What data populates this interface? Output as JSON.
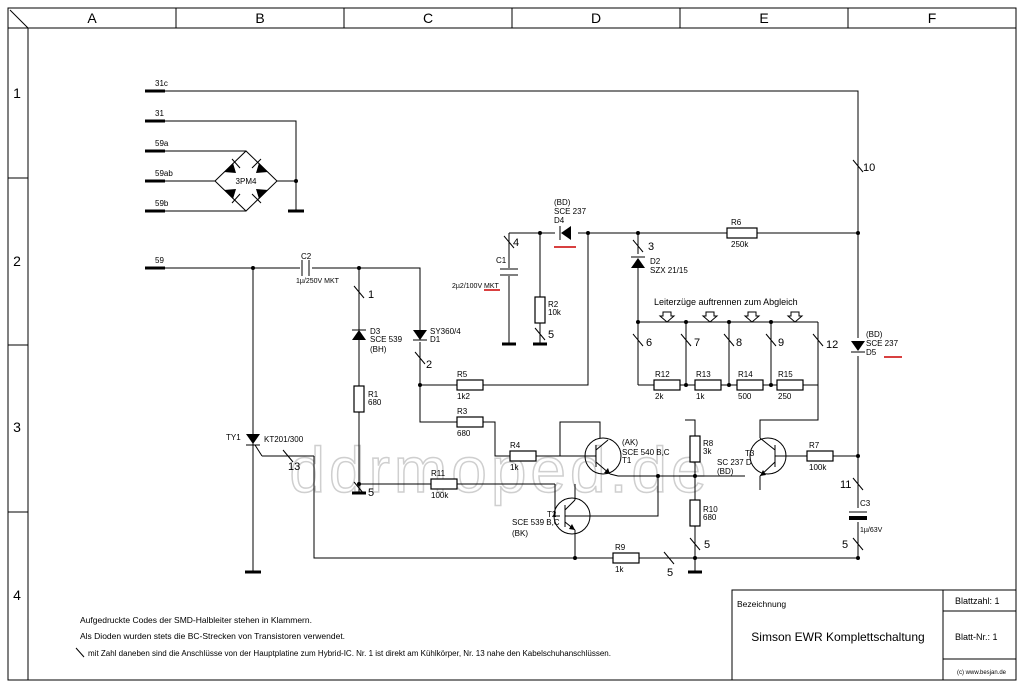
{
  "grid": {
    "columns": [
      "A",
      "B",
      "C",
      "D",
      "E",
      "F"
    ],
    "rows": [
      "1",
      "2",
      "3",
      "4"
    ]
  },
  "inputs": {
    "t31c": "31c",
    "t31": "31",
    "t59a": "59a",
    "t59ab": "59ab",
    "t59b": "59b",
    "t59": "59"
  },
  "components": {
    "bridge": "3PM4",
    "c2_name": "C2",
    "c2_value": "1µ/250V MKT",
    "c1_name": "C1",
    "c1_value": "2µ2/100V MKT",
    "c3_name": "C3",
    "c3_value": "1µ/63V",
    "d3_name": "D3",
    "d3_type": "SCE 539",
    "d3_code": "(BH)",
    "d1_type": "SY360/4",
    "d1_name": "D1",
    "d4_code": "(BD)",
    "d4_type": "SCE 237",
    "d4_name": "D4",
    "d2_name": "D2",
    "d2_type": "SZX 21/15",
    "d5_code": "(BD)",
    "d5_type": "SCE 237",
    "d5_name": "D5",
    "r1_name": "R1",
    "r1_value": "680",
    "r2_name": "R2",
    "r2_value": "10k",
    "r3_name": "R3",
    "r3_value": "680",
    "r4_name": "R4",
    "r4_value": "1k",
    "r5_name": "R5",
    "r5_value": "1k2",
    "r6_name": "R6",
    "r6_value": "250k",
    "r7_name": "R7",
    "r7_value": "100k",
    "r8_name": "R8",
    "r8_value": "3k",
    "r9_name": "R9",
    "r9_value": "1k",
    "r10_name": "R10",
    "r10_value": "680",
    "r11_name": "R11",
    "r11_value": "100k",
    "r12_name": "R12",
    "r12_value": "2k",
    "r13_name": "R13",
    "r13_value": "1k",
    "r14_name": "R14",
    "r14_value": "500",
    "r15_name": "R15",
    "r15_value": "250",
    "ty1_name": "TY1",
    "ty1_type": "KT201/300",
    "t1_code": "(AK)",
    "t1_type": "SCE 540 B,C",
    "t1_name": "T1",
    "t2_name": "T2",
    "t2_type": "SCE 539 B,C",
    "t2_code": "(BK)",
    "t3_name": "T3",
    "t3_type": "SC 237 D",
    "t3_code": "(BD)"
  },
  "trim_label": "Leiterzüge auftrennen zum Abgleich",
  "pins": {
    "p1": "1",
    "p2": "2",
    "p3": "3",
    "p4": "4",
    "p5a": "5",
    "p5b": "5",
    "p5c": "5",
    "p5d": "5",
    "p5e": "5",
    "p6": "6",
    "p7": "7",
    "p8": "8",
    "p9": "9",
    "p10": "10",
    "p11": "11",
    "p12": "12",
    "p13": "13"
  },
  "notes": {
    "line1": "Aufgedruckte Codes der SMD-Halbleiter  stehen in Klammern.",
    "line2": "Als Dioden wurden stets die BC-Strecken von Transistoren verwendet.",
    "line3": "mit Zahl daneben sind die Anschlüsse von der Hauptplatine zum Hybrid-IC. Nr. 1 ist direkt am Kühlkörper, Nr. 13 nahe den Kabelschuhanschlüssen."
  },
  "title_block": {
    "bezeichnung_label": "Bezeichnung",
    "title": "Simson EWR Komplettschaltung",
    "blattzahl": "Blattzahl: 1",
    "blatt_nr": "Blatt-Nr.: 1",
    "copyright": "(c) www.besjan.de"
  },
  "watermark": "ddrmoped.de",
  "colors": {
    "line": "#000000",
    "underline": "#cc0000",
    "watermark": "#d9d9d9"
  }
}
